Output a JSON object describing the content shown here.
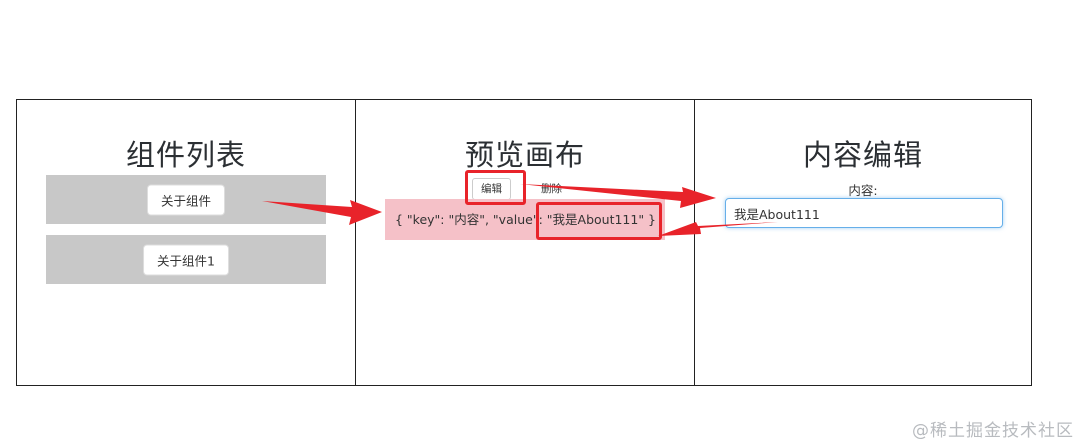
{
  "panels": {
    "component_list": {
      "title": "组件列表",
      "items": [
        {
          "label": "关于组件"
        },
        {
          "label": "关于组件1"
        }
      ]
    },
    "preview": {
      "title": "预览画布",
      "toolbar": {
        "edit_label": "编辑",
        "delete_label": "删除"
      },
      "item_text": "{ \"key\": \"内容\", \"value\": \"我是About111\" }"
    },
    "editor": {
      "title": "内容编辑",
      "field_label": "内容:",
      "field_value": "我是About111"
    }
  },
  "annotations": {
    "color": "#e8232a"
  },
  "watermark": "@稀土掘金技术社区"
}
